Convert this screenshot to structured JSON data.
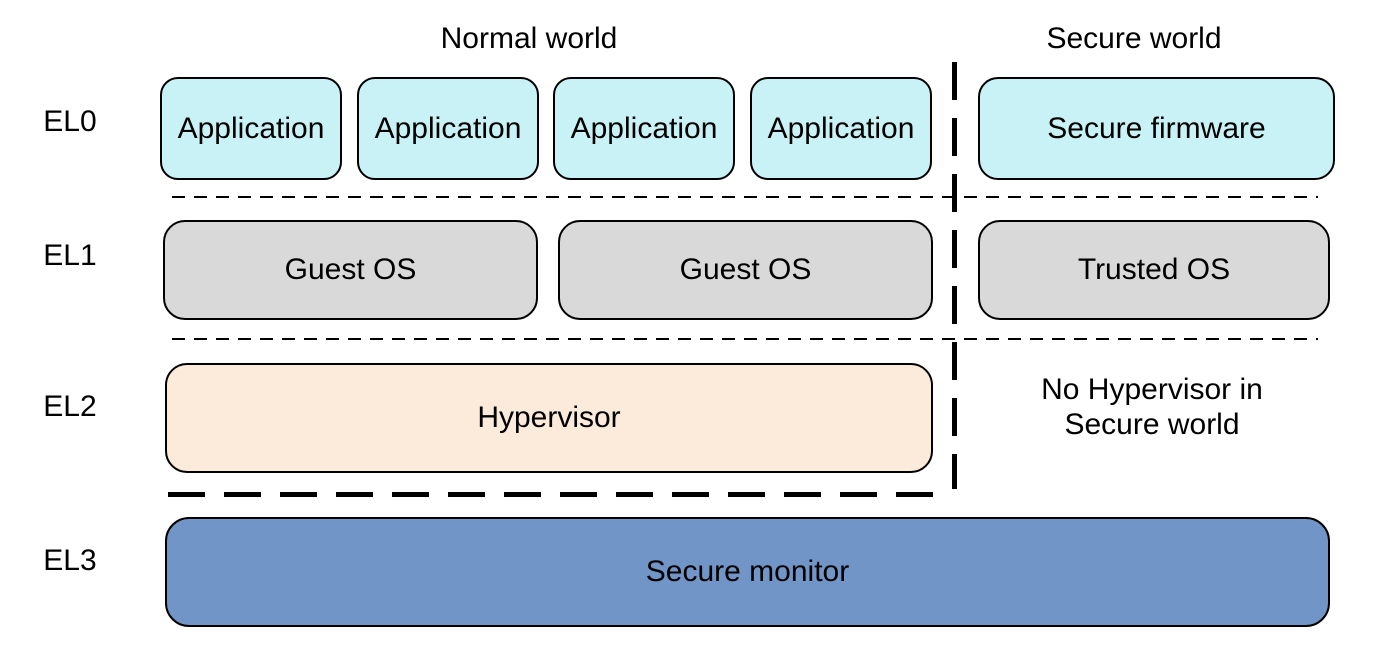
{
  "headers": {
    "normal_world": "Normal world",
    "secure_world": "Secure world"
  },
  "levels": [
    "EL0",
    "EL1",
    "EL2",
    "EL3"
  ],
  "normal_world": {
    "applications": [
      "Application",
      "Application",
      "Application",
      "Application"
    ],
    "guest_os": [
      "Guest OS",
      "Guest OS"
    ],
    "hypervisor": "Hypervisor"
  },
  "secure_world": {
    "secure_firmware": "Secure firmware",
    "trusted_os": "Trusted OS",
    "el2_note": "No Hypervisor in\nSecure world"
  },
  "secure_monitor": "Secure monitor",
  "colors": {
    "application_fill": "#c8f2f6",
    "os_fill": "#d9d9d9",
    "hypervisor_fill": "#fceadb",
    "secure_monitor_fill": "#7095c6",
    "border": "#000000",
    "background": "#ffffff",
    "text": "#000000"
  }
}
